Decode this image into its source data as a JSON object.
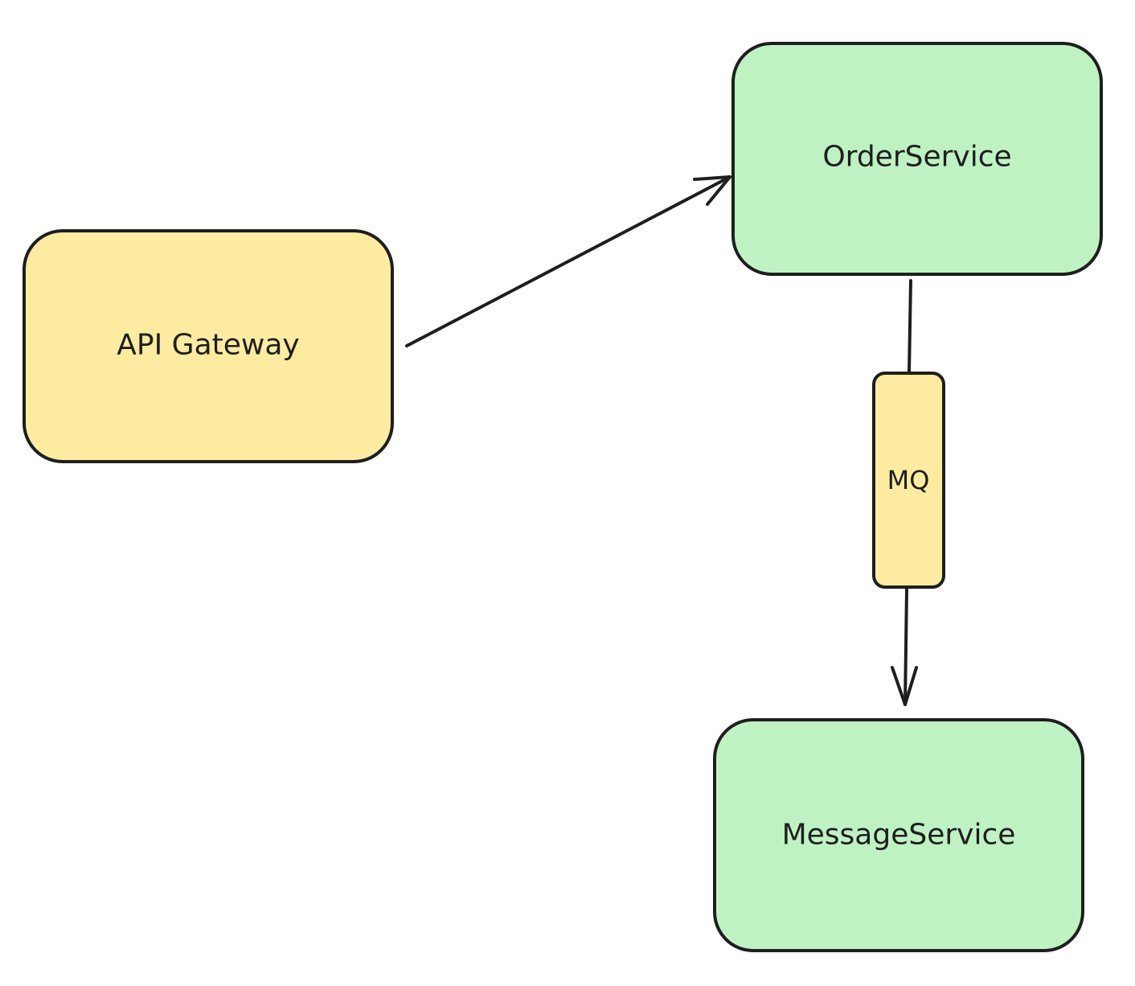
{
  "nodes": {
    "api_gateway": {
      "label": "API Gateway",
      "fill": "#fdec9f"
    },
    "order_service": {
      "label": "OrderService",
      "fill": "#bff2c3"
    },
    "mq": {
      "label": "MQ",
      "fill": "#fdec9f"
    },
    "message_service": {
      "label": "MessageService",
      "fill": "#bff2c3"
    }
  },
  "colors": {
    "stroke": "#1e1e1e",
    "background": "#ffffff"
  }
}
